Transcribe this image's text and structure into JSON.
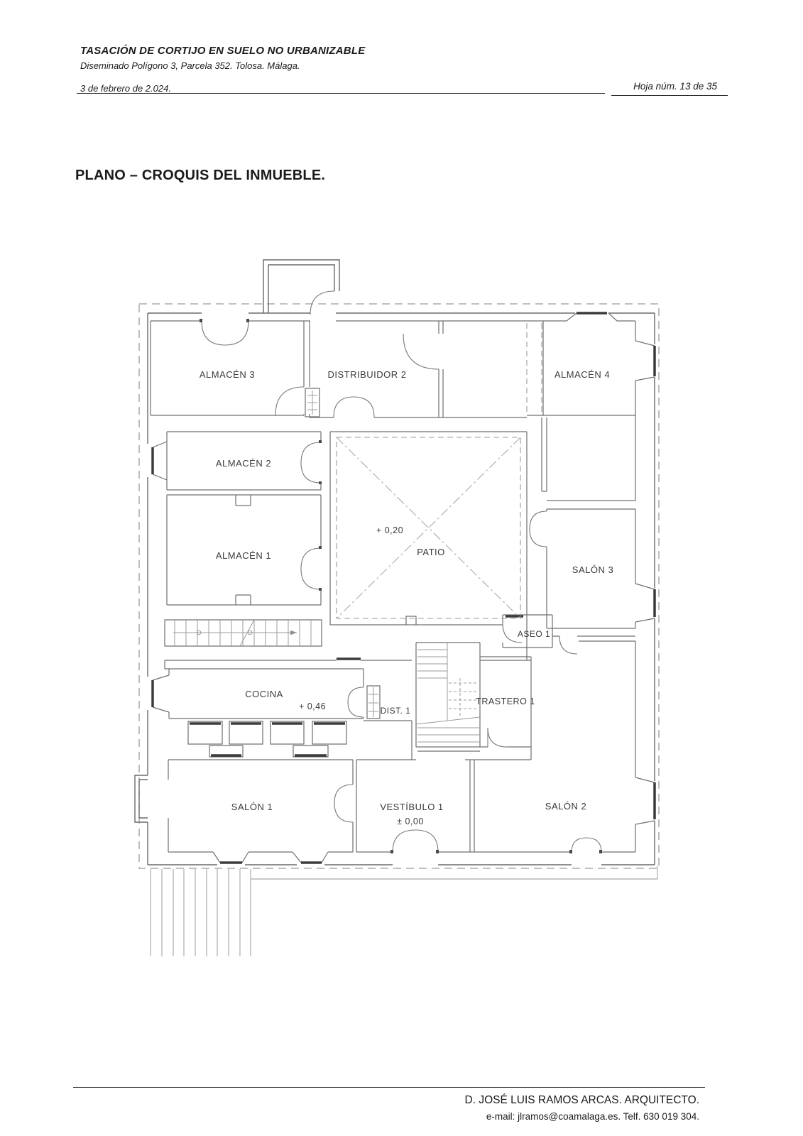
{
  "header": {
    "title": "TASACIÓN DE CORTIJO EN SUELO NO URBANIZABLE",
    "subtitle": "Diseminado Polígono 3, Parcela 352. Tolosa. Málaga.",
    "date": "3 de febrero de 2.024.",
    "page_info": "Hoja núm. 13 de 35"
  },
  "section_title": "PLANO – CROQUIS DEL INMUEBLE.",
  "floor_plan": {
    "rooms": {
      "almacen3": "ALMACÉN 3",
      "distribuidor2": "DISTRIBUIDOR 2",
      "almacen4": "ALMACÉN 4",
      "almacen2": "ALMACÉN 2",
      "almacen1": "ALMACÉN 1",
      "patio": "PATIO",
      "salon3": "SALÓN 3",
      "aseo1": "ASEO 1",
      "cocina": "COCINA",
      "dist1": "DIST. 1",
      "trastero1": "TRASTERO 1",
      "salon1": "SALÓN 1",
      "vestibulo1": "VESTÍBULO 1",
      "salon2": "SALÓN 2"
    },
    "levels": {
      "patio": "+ 0,20",
      "cocina": "+ 0,46",
      "vestibulo1": "± 0,00"
    }
  },
  "footer": {
    "architect": "D. JOSÉ LUIS RAMOS ARCAS. ARQUITECTO.",
    "contact": "e-mail: jlramos@coamalaga.es. Telf. 630 019 304."
  }
}
